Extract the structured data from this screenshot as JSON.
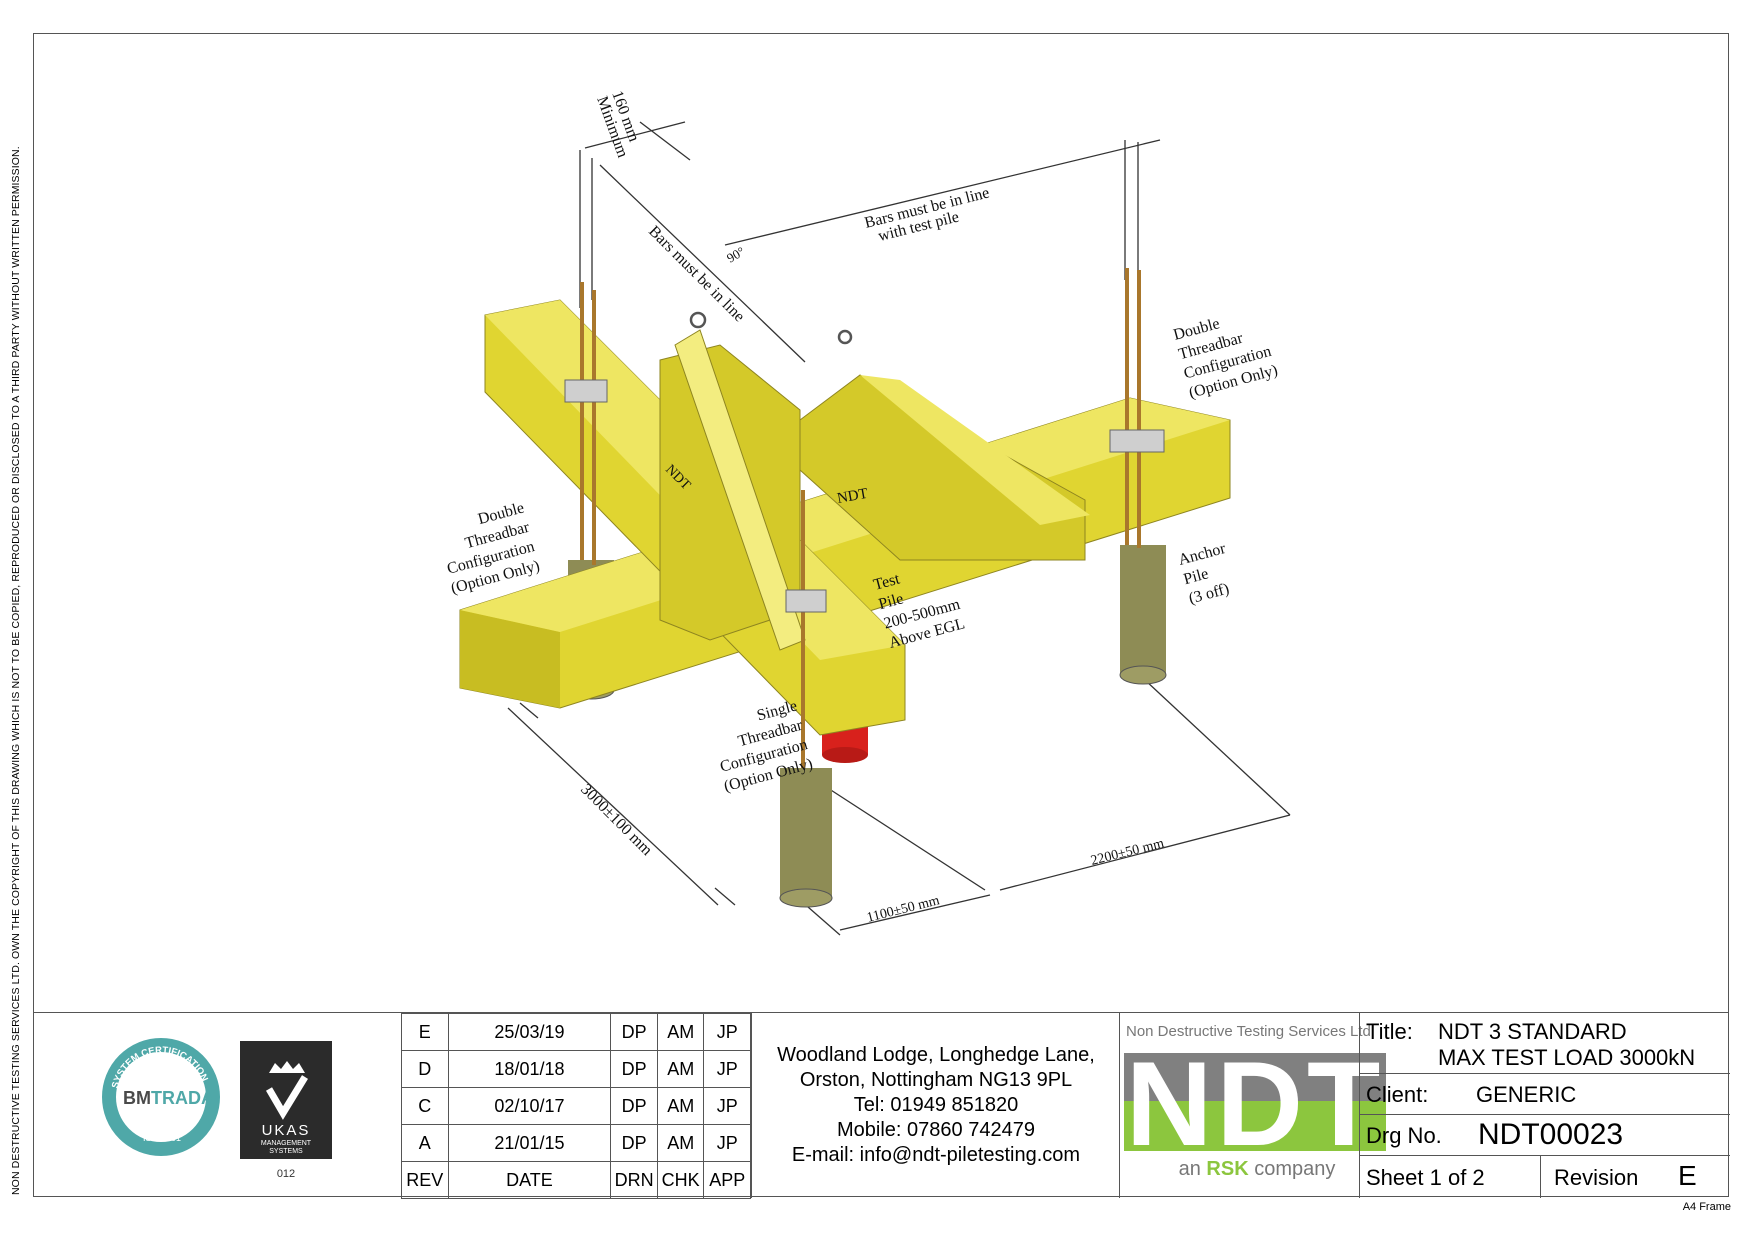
{
  "copyright_note": "NON DESTRUCTIVE TESTING SERVICES LTD.  OWN THE COPYRIGHT OF THIS DRAWING WHICH IS NOT TO BE COPIED, REPRODUCED OR DISCLOSED TO A THIRD PARTY WITHOUT WRITTEN PERMISSION.",
  "frame_label": "A4 Frame",
  "drawing": {
    "dim_min": "160 mm",
    "dim_min_sub": "Minimum",
    "bars_inline_1": "Bars must be in line",
    "bars_inline_2": "with test pile",
    "bars_inline_diag": "Bars must be in line",
    "angle": "90°",
    "double_right": [
      "Double",
      "Threadbar",
      "Configuration",
      "(Option Only)"
    ],
    "double_left": [
      "Double",
      "Threadbar",
      "Configuration",
      "(Option Only)"
    ],
    "single": [
      "Single",
      "Threadbar",
      "Configuration",
      "(Option Only)"
    ],
    "test_pile": [
      "Test",
      "Pile",
      "200-500mm",
      "Above EGL"
    ],
    "anchor_pile": [
      "Anchor",
      "Pile",
      "(3 off)"
    ],
    "ndt_mark_1": "NDT",
    "ndt_mark_2": "NDT",
    "dim_3000": "3000±100 mm",
    "dim_1100": "1100±50 mm",
    "dim_2200": "2200±50 mm"
  },
  "logos": {
    "bm_ring": "SYSTEM CERTIFICATION",
    "bm_name_1": "BM",
    "bm_name_2": "TRADA",
    "bm_iso": "ISO 9001",
    "ukas_1": "UKAS",
    "ukas_2": "MANAGEMENT",
    "ukas_3": "SYSTEMS",
    "ukas_num": "012"
  },
  "revisions": {
    "rows": [
      {
        "rev": "E",
        "date": "25/03/19",
        "drn": "DP",
        "chk": "AM",
        "app": "JP"
      },
      {
        "rev": "D",
        "date": "18/01/18",
        "drn": "DP",
        "chk": "AM",
        "app": "JP"
      },
      {
        "rev": "C",
        "date": "02/10/17",
        "drn": "DP",
        "chk": "AM",
        "app": "JP"
      },
      {
        "rev": "A",
        "date": "21/01/15",
        "drn": "DP",
        "chk": "AM",
        "app": "JP"
      }
    ],
    "header": {
      "rev": "REV",
      "date": "DATE",
      "drn": "DRN",
      "chk": "CHK",
      "app": "APP"
    }
  },
  "address": {
    "line1": "Woodland Lodge, Longhedge Lane,",
    "line2": "Orston, Nottingham NG13 9PL",
    "tel": "Tel: 01949 851820",
    "mobile": "Mobile: 07860 742479",
    "email": "E-mail: info@ndt-piletesting.com"
  },
  "company": {
    "name": "Non Destructive Testing Services Ltd",
    "logo": "NDT",
    "tag_1": "an",
    "tag_2": "RSK",
    "tag_3": "company"
  },
  "info": {
    "title_label": "Title:",
    "title_1": "NDT 3 STANDARD",
    "title_2": "MAX TEST LOAD 3000kN",
    "client_label": "Client:",
    "client": "GENERIC",
    "drg_label": "Drg No.",
    "drg": "NDT00023",
    "sheet": "Sheet 1 of 2",
    "revision_label": "Revision",
    "revision": "E"
  },
  "colors": {
    "beam": "#e0d531",
    "beam_dark": "#b9ae1c",
    "beam_top": "#eee662",
    "test_pile": "#d8211c",
    "anchor_pile": "#8e8c55",
    "ndt_grey": "#808080",
    "ndt_green": "#8cc63e",
    "bm_teal": "#4fa8a8"
  }
}
